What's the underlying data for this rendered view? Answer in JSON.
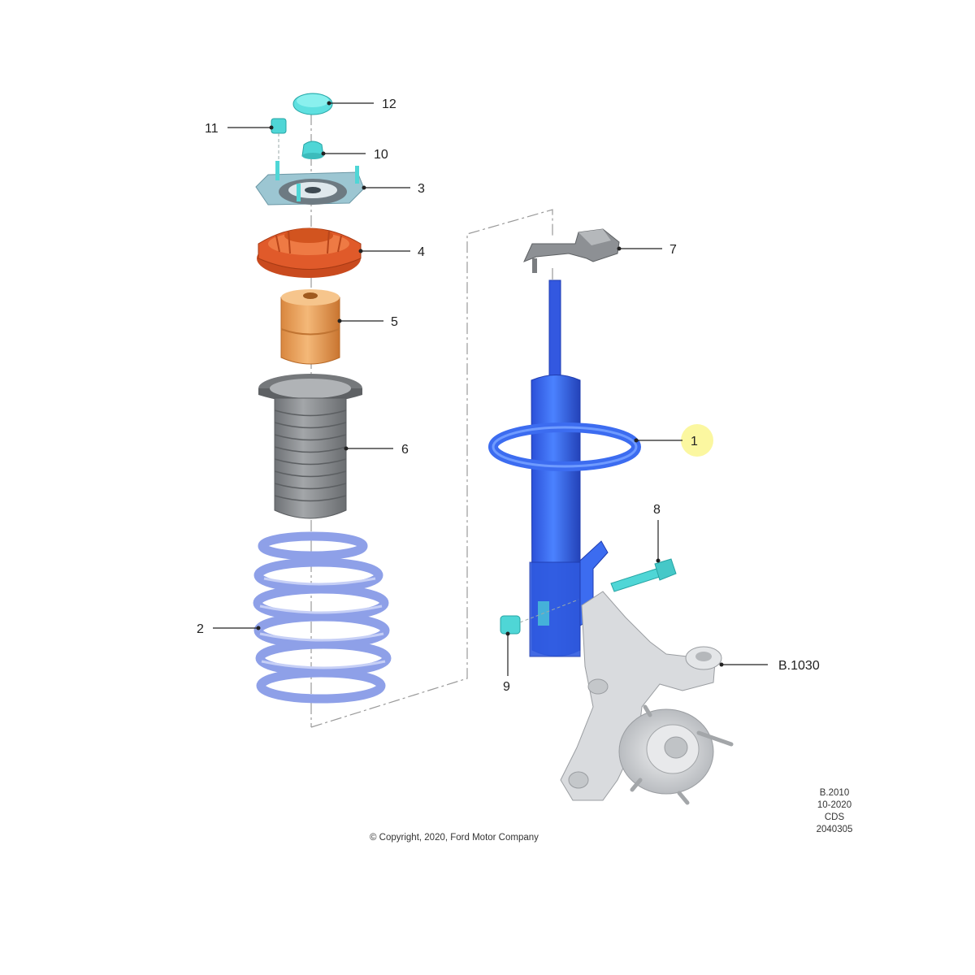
{
  "callouts": {
    "c1": "1",
    "c2": "2",
    "c3": "3",
    "c4": "4",
    "c5": "5",
    "c6": "6",
    "c7": "7",
    "c8": "8",
    "c9": "9",
    "c10": "10",
    "c11": "11",
    "c12": "12",
    "ref": "B.1030"
  },
  "footer": {
    "copyright": "© Copyright, 2020, Ford Motor Company",
    "code_lines": [
      "B.2010",
      "10-2020",
      "CDS",
      "2040305"
    ]
  },
  "colors": {
    "highlight": "#fbf7a0",
    "strut": "#3c6cf0",
    "spring": "#8ea0e8",
    "hardware": "#4fd6d6",
    "mount_plate": "#9cc6d2",
    "insulator": "#e05a2a",
    "bump_stop": "#eaa060",
    "dust_boot": "#8c8f92",
    "bracket": "#8d9094",
    "knuckle": "#d9dbde"
  }
}
